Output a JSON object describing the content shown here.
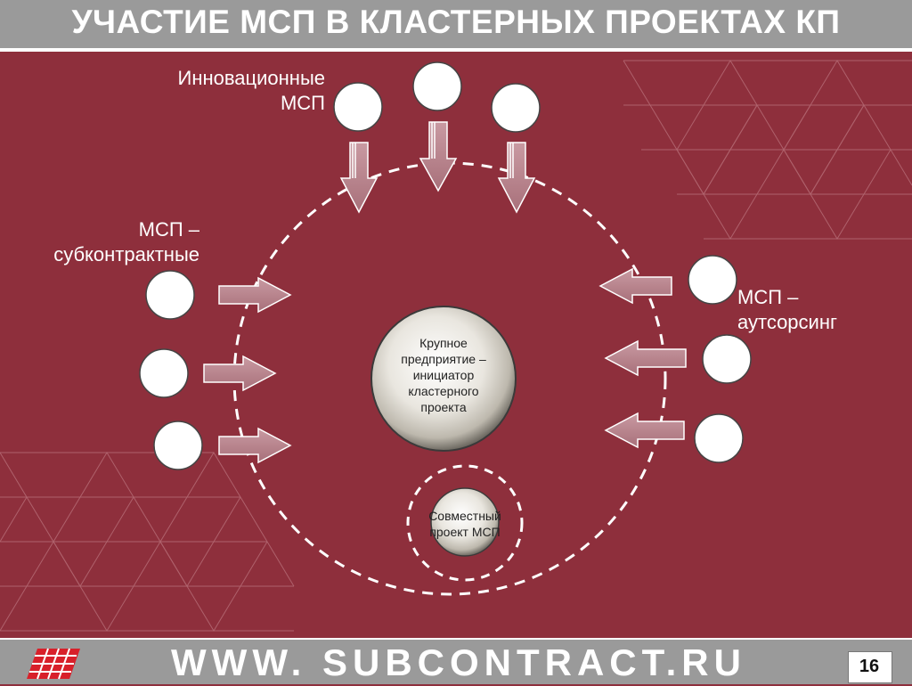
{
  "title": "УЧАСТИЕ МСП В КЛАСТЕРНЫХ ПРОЕКТАХ КП",
  "groups": {
    "innovative": "Инновационные МСП",
    "subcontract": "МСП – субконтрактные",
    "outsourcing": "МСП – аутсорсинг"
  },
  "center_node": "Крупное предприятие – инициатор кластерного проекта",
  "joint_node": "Совместный проект МСП",
  "footer": {
    "website": "WWW. SUBCONTRACT.RU",
    "page_number": "16"
  },
  "colors": {
    "background": "#8e2f3c",
    "header_footer": "#9a9a9a",
    "text": "#ffffff"
  }
}
